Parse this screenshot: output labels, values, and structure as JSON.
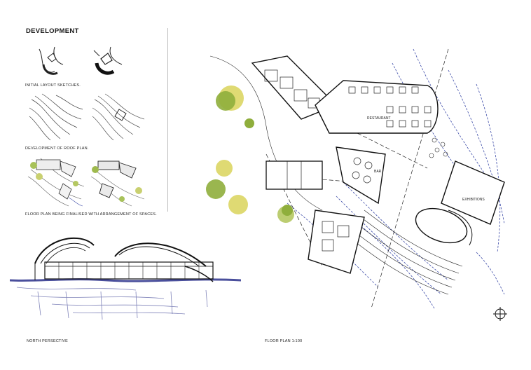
{
  "left_panel": {
    "title": "DEVELOPMENT",
    "captions": {
      "initial": "INITIAL LAYOUT SKETCHES.",
      "roof": "DEVELOPMENT OF ROOF PLAN.",
      "floor": "FLOOR PLAN BEING FINALISED WITH ARRANGEMENT OF SPACES.",
      "perspective": "NORTH PERSECTIVE"
    }
  },
  "right_panel": {
    "caption": "FLOOR PLAN 1:100",
    "room_labels": {
      "restaurant": "RESTAURANT",
      "bar": "BAR",
      "exhibitions": "EXHIBITIONS"
    }
  },
  "colors": {
    "ink": "#1a1a1a",
    "tree_green": "#8fae3c",
    "tree_yellow": "#d9d35a",
    "water_blue": "#4a4f9c",
    "contour_blue": "#3b4aa8"
  }
}
